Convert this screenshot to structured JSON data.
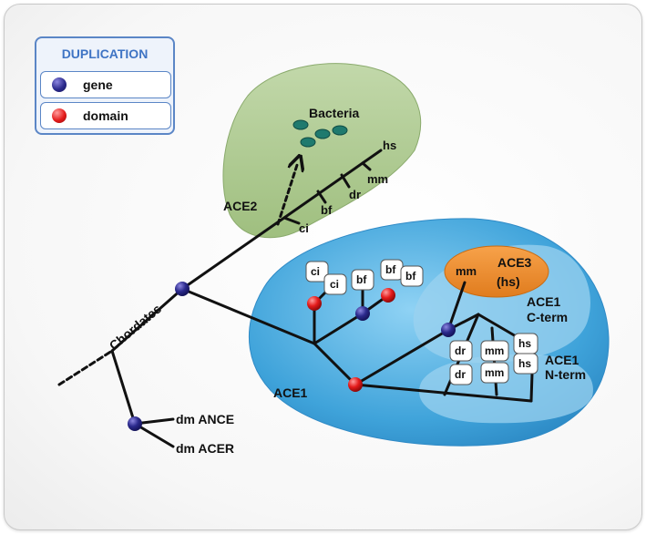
{
  "legend": {
    "title": "DUPLICATION",
    "items": [
      {
        "label": "gene",
        "color": "#2b2a8c"
      },
      {
        "label": "domain",
        "color": "#e41b1b"
      }
    ]
  },
  "regions": {
    "bacteria": "Bacteria",
    "ace2": "ACE2",
    "ace1": "ACE1",
    "ace3": "ACE3",
    "ace3_hs": "(hs)",
    "cterm_1": "ACE1",
    "cterm_2": "C-term",
    "nterm_1": "ACE1",
    "nterm_2": "N-term"
  },
  "tree_labels": {
    "chordates": "Chordates",
    "dm_ance": "dm ANCE",
    "dm_acer": "dm ACER",
    "ace2_ci": "ci",
    "ace2_bf": "bf",
    "ace2_dr": "dr",
    "ace2_mm": "mm",
    "ace2_hs": "hs",
    "ace3_mm": "mm"
  },
  "tags": {
    "ci_top": "ci",
    "ci_bottom": "ci",
    "bf_single": "bf",
    "bf_top": "bf",
    "bf_bottom": "bf",
    "dr_top": "dr",
    "dr_bottom": "dr",
    "mm_top": "mm",
    "mm_bottom": "mm",
    "hs_top": "hs",
    "hs_bottom": "hs"
  },
  "colors": {
    "ace2_region": "#a6c48a",
    "ace1_region": "#4aa9dc",
    "ace3_region": "#ef8c2c",
    "legend_accent": "#3f74c4",
    "gene_node": "#2b2a8c",
    "domain_node": "#e41b1b"
  }
}
